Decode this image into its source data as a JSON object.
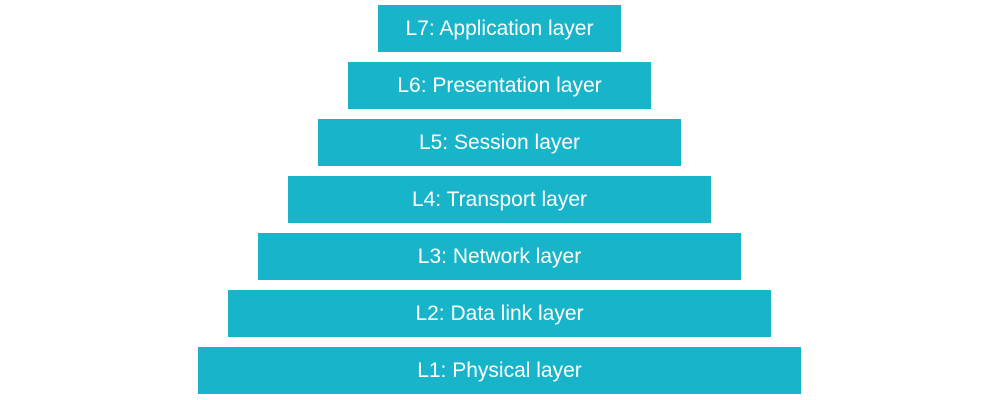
{
  "colors": {
    "layer_fill": "#18b4c9",
    "layer_text": "#ffffff",
    "background": "#ffffff"
  },
  "layers": [
    {
      "label": "L7: Application layer"
    },
    {
      "label": "L6: Presentation layer"
    },
    {
      "label": "L5: Session layer"
    },
    {
      "label": "L4: Transport layer"
    },
    {
      "label": "L3: Network layer"
    },
    {
      "label": "L2: Data link layer"
    },
    {
      "label": "L1: Physical layer"
    }
  ]
}
